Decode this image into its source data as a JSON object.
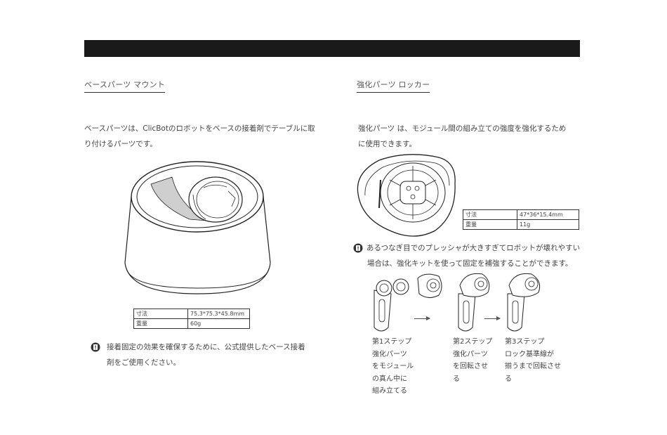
{
  "left": {
    "heading": "ベースパーツ マウント",
    "description": [
      "ベースパーツは、ClicBotのロボットをベースの接着剤でテーブルに取",
      "り付けるパーツです。"
    ],
    "spec": {
      "size_label": "寸法",
      "size_value": "75.3*75.3*45.8mm",
      "weight_label": "重量",
      "weight_value": "60g"
    },
    "note": [
      "接着固定の効果を確保するために、公式提供したベース接着",
      "剤をご使用ください。"
    ]
  },
  "right": {
    "heading": "強化パーツ ロッカー",
    "description": [
      "強化パーツ は、モジュール間の組み立ての強度を強化するため",
      "に使用できます。"
    ],
    "spec": {
      "size_label": "寸法",
      "size_value": "47*36*15.4mm",
      "weight_label": "重量",
      "weight_value": "11g"
    },
    "note": [
      "あるつなぎ目でのプレッシャが大きすぎてロボットが壊れやすい",
      "場合は、強化キットを使って固定を補強することができます。"
    ],
    "steps": [
      {
        "lines": [
          "第1ステップ",
          "強化パーツ",
          "をモジュール",
          "の真ん中に",
          "組み立てる"
        ]
      },
      {
        "lines": [
          "第2ステップ",
          "強化パーツ",
          "を回転させ",
          "る"
        ]
      },
      {
        "lines": [
          "第3ステップ",
          "ロック基準線が",
          "揃うまで回転させ",
          "る"
        ]
      }
    ]
  }
}
